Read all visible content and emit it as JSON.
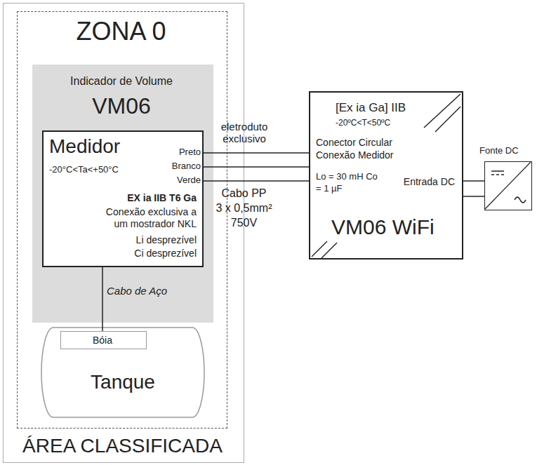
{
  "diagram": {
    "nodes": [
      {
        "text": [
          "ÁREA CLASSIFICADA"
        ]
      },
      {
        "text": [
          "ZONA 0"
        ],
        "in": 0
      },
      {
        "text": [
          "Indicador de Volume",
          "VM06"
        ],
        "in": 1
      },
      {
        "text": [
          "Medidor",
          "-20°C<Ta<+50°C",
          "EX ia IIB T6 Ga",
          "Conexão exclusiva a um mostrador NKL",
          "Li desprezível",
          "Ci desprezível"
        ],
        "in": 2
      },
      {
        "text": [
          "Tanque"
        ],
        "in": 1
      },
      {
        "text": [
          "Bóia"
        ],
        "in": 4
      },
      {
        "text": [
          "[Ex ia Ga] IIB",
          "-20ºC<T<50ºC",
          "Conector Circular Conexão Medidor",
          "Lo = 30 mH Co = 1 µF",
          "Entrada DC",
          "VM06 WiFi"
        ]
      },
      {
        "text": [
          "Fonte DC"
        ]
      }
    ],
    "edges": [
      {
        "from": 3,
        "to": 5,
        "arrow": "none",
        "label": "Cabo de Aço"
      },
      {
        "from": 3,
        "to": 6,
        "arrow": "none"
      },
      {
        "from": 3,
        "to": 6,
        "arrow": "none"
      },
      {
        "from": 3,
        "to": 6,
        "arrow": "none"
      },
      {
        "from": 6,
        "to": 7,
        "arrow": "none"
      },
      {
        "from": 6,
        "to": 7,
        "arrow": "none"
      }
    ],
    "labels": [
      "Preto",
      "Branco",
      "Verde",
      "eletroduto exclusivo",
      "Cabo PP",
      "3 x 0,5mm²",
      "750V"
    ]
  }
}
